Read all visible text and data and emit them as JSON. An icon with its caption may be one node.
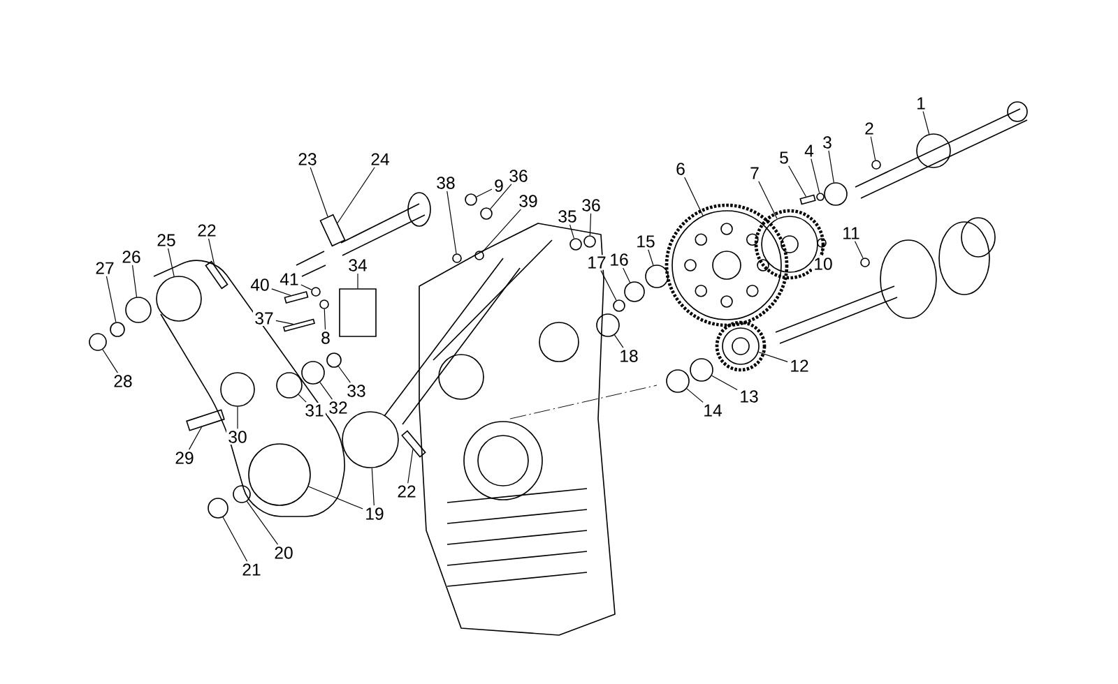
{
  "diagram": {
    "nodes": [
      {
        "text": [
          "1"
        ]
      },
      {
        "text": [
          "2"
        ]
      },
      {
        "text": [
          "3"
        ]
      },
      {
        "text": [
          "4"
        ]
      },
      {
        "text": [
          "5"
        ]
      },
      {
        "text": [
          "6"
        ]
      },
      {
        "text": [
          "7"
        ]
      },
      {
        "text": [
          "8"
        ]
      },
      {
        "text": [
          "9"
        ]
      },
      {
        "text": [
          "10"
        ]
      },
      {
        "text": [
          "11"
        ]
      },
      {
        "text": [
          "12"
        ]
      },
      {
        "text": [
          "13"
        ]
      },
      {
        "text": [
          "14"
        ]
      },
      {
        "text": [
          "15"
        ]
      },
      {
        "text": [
          "16"
        ]
      },
      {
        "text": [
          "17"
        ]
      },
      {
        "text": [
          "18"
        ]
      },
      {
        "text": [
          "19"
        ]
      },
      {
        "text": [
          "20"
        ]
      },
      {
        "text": [
          "21"
        ]
      },
      {
        "text": [
          "22"
        ]
      },
      {
        "text": [
          "22"
        ]
      },
      {
        "text": [
          "23"
        ]
      },
      {
        "text": [
          "24"
        ]
      },
      {
        "text": [
          "25"
        ]
      },
      {
        "text": [
          "26"
        ]
      },
      {
        "text": [
          "27"
        ]
      },
      {
        "text": [
          "28"
        ]
      },
      {
        "text": [
          "29"
        ]
      },
      {
        "text": [
          "30"
        ]
      },
      {
        "text": [
          "31"
        ]
      },
      {
        "text": [
          "32"
        ]
      },
      {
        "text": [
          "33"
        ]
      },
      {
        "text": [
          "34"
        ]
      },
      {
        "text": [
          "35"
        ]
      },
      {
        "text": [
          "36"
        ]
      },
      {
        "text": [
          "36"
        ]
      },
      {
        "text": [
          "37"
        ]
      },
      {
        "text": [
          "38"
        ]
      },
      {
        "text": [
          "39"
        ]
      },
      {
        "text": [
          "40"
        ]
      },
      {
        "text": [
          "41"
        ]
      },
      {
        "text": [],
        "shape": "circle"
      },
      {
        "text": [],
        "shape": "circle"
      },
      {
        "text": [],
        "shape": "circle"
      },
      {
        "text": [],
        "shape": "circle"
      },
      {
        "text": [],
        "shape": "box"
      },
      {
        "text": [],
        "shape": "circle"
      },
      {
        "text": [],
        "shape": "circle"
      },
      {
        "text": [],
        "shape": "circle"
      },
      {
        "text": [],
        "shape": "circle"
      },
      {
        "text": [],
        "shape": "circle"
      },
      {
        "text": [],
        "shape": "circle"
      },
      {
        "text": [],
        "shape": "circle"
      },
      {
        "text": [],
        "shape": "circle"
      },
      {
        "text": [],
        "shape": "circle"
      },
      {
        "text": [],
        "shape": "circle"
      },
      {
        "text": [],
        "shape": "circle"
      },
      {
        "text": [],
        "shape": "circle"
      },
      {
        "text": [],
        "shape": "circle"
      },
      {
        "text": [],
        "shape": "circle"
      },
      {
        "text": [],
        "shape": "circle"
      },
      {
        "text": [],
        "shape": "circle"
      },
      {
        "text": [],
        "shape": "circle"
      },
      {
        "text": [],
        "shape": "box"
      },
      {
        "text": [],
        "shape": "box"
      },
      {
        "text": [],
        "shape": "box"
      },
      {
        "text": [],
        "shape": "circle"
      },
      {
        "text": [],
        "shape": "circle"
      },
      {
        "text": [],
        "shape": "circle"
      },
      {
        "text": [],
        "shape": "circle"
      },
      {
        "text": [],
        "shape": "box"
      },
      {
        "text": [],
        "shape": "circle"
      },
      {
        "text": [],
        "shape": "circle"
      },
      {
        "text": [],
        "shape": "circle"
      },
      {
        "text": [],
        "shape": "circle"
      },
      {
        "text": [],
        "shape": "box"
      },
      {
        "text": [],
        "shape": "circle"
      },
      {
        "text": [],
        "shape": "circle"
      },
      {
        "text": [],
        "shape": "circle"
      },
      {
        "text": [],
        "shape": "box"
      },
      {
        "text": [],
        "shape": "circle"
      },
      {
        "text": [],
        "shape": "circle"
      },
      {
        "text": [],
        "shape": "box"
      },
      {
        "text": [],
        "shape": "circle"
      }
    ],
    "edges": [
      {
        "from": 0,
        "to": 43,
        "arrow": "none"
      },
      {
        "from": 1,
        "to": 44,
        "arrow": "none"
      },
      {
        "from": 2,
        "to": 45,
        "arrow": "none"
      },
      {
        "from": 3,
        "to": 46,
        "arrow": "none"
      },
      {
        "from": 4,
        "to": 47,
        "arrow": "none"
      },
      {
        "from": 5,
        "to": 48,
        "arrow": "none"
      },
      {
        "from": 6,
        "to": 49,
        "arrow": "none"
      },
      {
        "from": 7,
        "to": 50,
        "arrow": "none"
      },
      {
        "from": 8,
        "to": 51,
        "arrow": "none"
      },
      {
        "from": 9,
        "to": 52,
        "arrow": "none"
      },
      {
        "from": 10,
        "to": 53,
        "arrow": "none"
      },
      {
        "from": 11,
        "to": 54,
        "arrow": "none"
      },
      {
        "from": 12,
        "to": 55,
        "arrow": "none"
      },
      {
        "from": 13,
        "to": 56,
        "arrow": "none"
      },
      {
        "from": 14,
        "to": 57,
        "arrow": "none"
      },
      {
        "from": 15,
        "to": 58,
        "arrow": "none"
      },
      {
        "from": 16,
        "to": 59,
        "arrow": "none"
      },
      {
        "from": 17,
        "to": 60,
        "arrow": "none"
      },
      {
        "from": 18,
        "to": 61,
        "arrow": "none"
      },
      {
        "from": 18,
        "to": 62,
        "arrow": "none"
      },
      {
        "from": 19,
        "to": 63,
        "arrow": "none"
      },
      {
        "from": 20,
        "to": 64,
        "arrow": "none"
      },
      {
        "from": 21,
        "to": 65,
        "arrow": "none"
      },
      {
        "from": 22,
        "to": 66,
        "arrow": "none"
      },
      {
        "from": 23,
        "to": 67,
        "arrow": "none"
      },
      {
        "from": 24,
        "to": 67,
        "arrow": "none"
      },
      {
        "from": 25,
        "to": 68,
        "arrow": "none"
      },
      {
        "from": 26,
        "to": 69,
        "arrow": "none"
      },
      {
        "from": 27,
        "to": 70,
        "arrow": "none"
      },
      {
        "from": 28,
        "to": 71,
        "arrow": "none"
      },
      {
        "from": 29,
        "to": 72,
        "arrow": "none"
      },
      {
        "from": 30,
        "to": 73,
        "arrow": "none"
      },
      {
        "from": 31,
        "to": 74,
        "arrow": "none"
      },
      {
        "from": 32,
        "to": 75,
        "arrow": "none"
      },
      {
        "from": 33,
        "to": 76,
        "arrow": "none"
      },
      {
        "from": 34,
        "to": 77,
        "arrow": "none"
      },
      {
        "from": 35,
        "to": 78,
        "arrow": "none"
      },
      {
        "from": 36,
        "to": 79,
        "arrow": "none"
      },
      {
        "from": 37,
        "to": 80,
        "arrow": "none"
      },
      {
        "from": 38,
        "to": 81,
        "arrow": "none"
      },
      {
        "from": 39,
        "to": 82,
        "arrow": "none"
      },
      {
        "from": 40,
        "to": 83,
        "arrow": "none"
      },
      {
        "from": 41,
        "to": 84,
        "arrow": "none"
      },
      {
        "from": 42,
        "to": 85,
        "arrow": "none"
      }
    ]
  }
}
